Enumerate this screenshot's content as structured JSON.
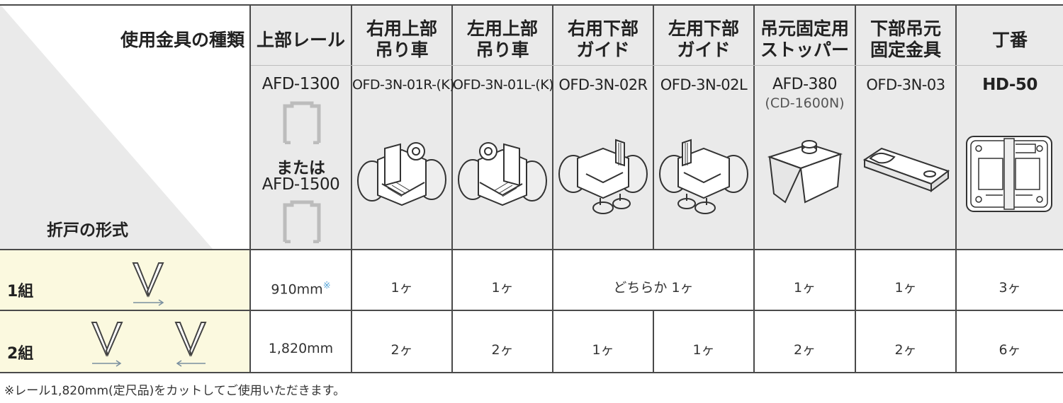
{
  "corner": {
    "top_label": "使用金具の種類",
    "bottom_label": "折戸の形式"
  },
  "columns": [
    {
      "name": "上部レール",
      "model": "AFD-1300",
      "alt_label": "または",
      "alt_model": "AFD-1500",
      "icon": "rail-profile-icon"
    },
    {
      "name_l1": "右用上部",
      "name_l2": "吊り車",
      "model": "OFD-3N-01R-(K)",
      "icon": "right-upper-hanger-icon"
    },
    {
      "name_l1": "左用上部",
      "name_l2": "吊り車",
      "model": "OFD-3N-01L-(K)",
      "icon": "left-upper-hanger-icon"
    },
    {
      "name_l1": "右用下部",
      "name_l2": "ガイド",
      "model": "OFD-3N-02R",
      "icon": "right-lower-guide-icon"
    },
    {
      "name_l1": "左用下部",
      "name_l2": "ガイド",
      "model": "OFD-3N-02L",
      "icon": "left-lower-guide-icon"
    },
    {
      "name_l1": "吊元固定用",
      "name_l2": "ストッパー",
      "model": "AFD-380",
      "sub_model": "(CD-1600N)",
      "icon": "stopper-icon"
    },
    {
      "name_l1": "下部吊元",
      "name_l2": "固定金具",
      "model": "OFD-3N-03",
      "icon": "lower-fixing-bracket-icon"
    },
    {
      "name": "丁番",
      "model": "HD-50",
      "icon": "hinge-icon"
    }
  ],
  "rows": [
    {
      "label": "1組",
      "icon": "single-fold-door-icon",
      "rail": "910mm",
      "rail_mark": "※",
      "upper_r": "1ヶ",
      "upper_l": "1ヶ",
      "guide_merged": "どちらか 1ヶ",
      "stopper": "1ヶ",
      "bracket": "1ヶ",
      "hinge": "3ヶ"
    },
    {
      "label": "2組",
      "icon": "double-fold-door-icon",
      "rail": "1,820mm",
      "upper_r": "2ヶ",
      "upper_l": "2ヶ",
      "guide_r": "1ヶ",
      "guide_l": "1ヶ",
      "stopper": "2ヶ",
      "bracket": "2ヶ",
      "hinge": "6ヶ"
    }
  ],
  "footnote": "※レール1,820mm(定尺品)をカットしてご使用いただきます。",
  "colors": {
    "header_bg": "#eaeaea",
    "row_label_bg": "#fbf9df",
    "line": "#4a4a4a",
    "mark": "#5aa6d8"
  }
}
